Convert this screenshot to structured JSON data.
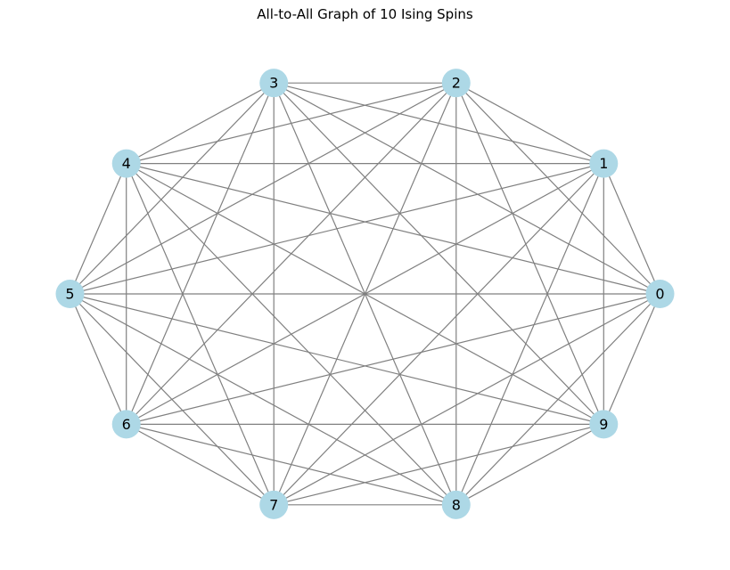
{
  "title": "All-to-All Graph of 10 Ising Spins",
  "graph": {
    "type": "complete",
    "node_count": 10,
    "layout": "circular",
    "nodes": [
      "0",
      "1",
      "2",
      "3",
      "4",
      "5",
      "6",
      "7",
      "8",
      "9"
    ],
    "edges": "all pairs connected",
    "node_color": "#add8e6",
    "edge_color": "#808080"
  }
}
